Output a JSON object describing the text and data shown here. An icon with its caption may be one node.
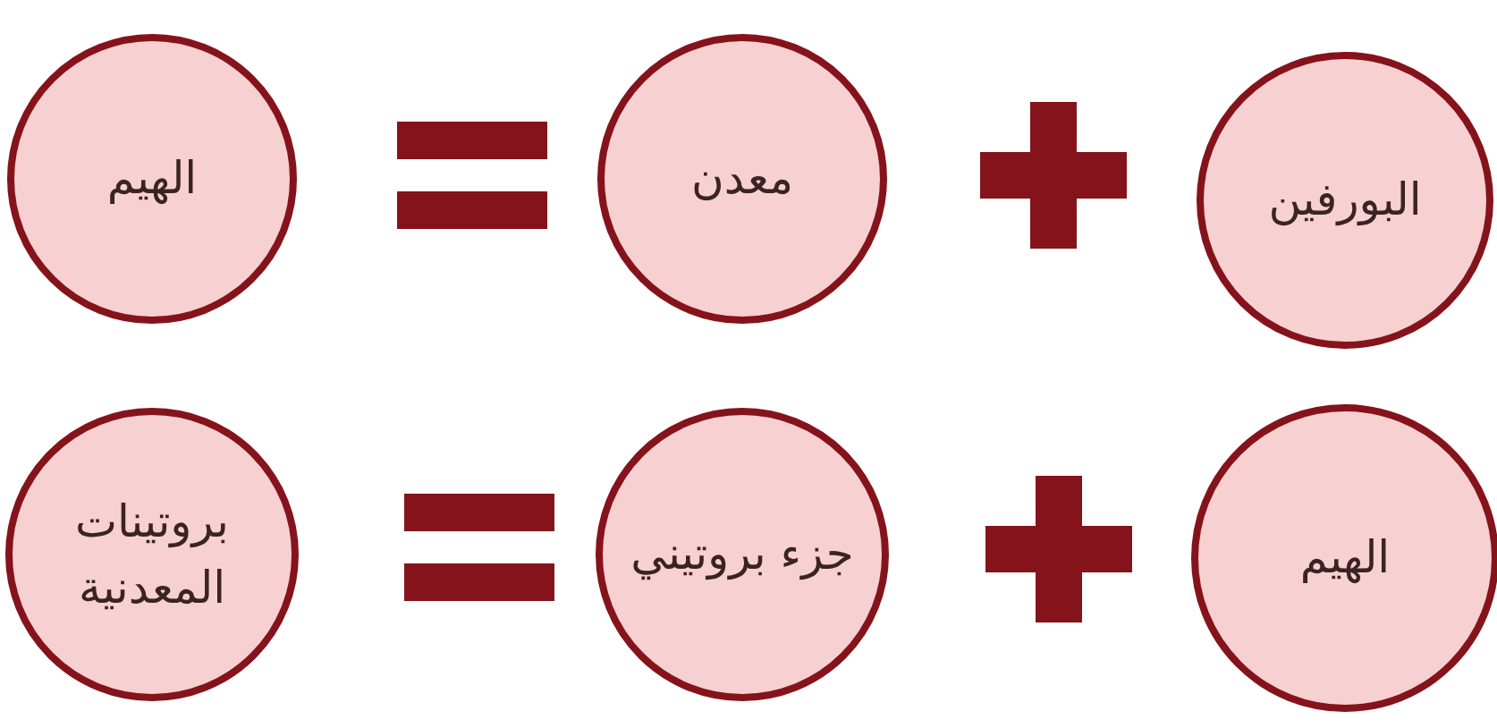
{
  "diagram": {
    "nodes": [
      {
        "text": [
          "البورفين"
        ]
      },
      {
        "text": [
          "معدن"
        ]
      },
      {
        "text": [
          "الهيم"
        ]
      },
      {
        "text": [
          "الهيم"
        ]
      },
      {
        "text": [
          "جزء بروتيني"
        ]
      },
      {
        "text": [
          "بروتينات المعدنية"
        ]
      }
    ]
  }
}
